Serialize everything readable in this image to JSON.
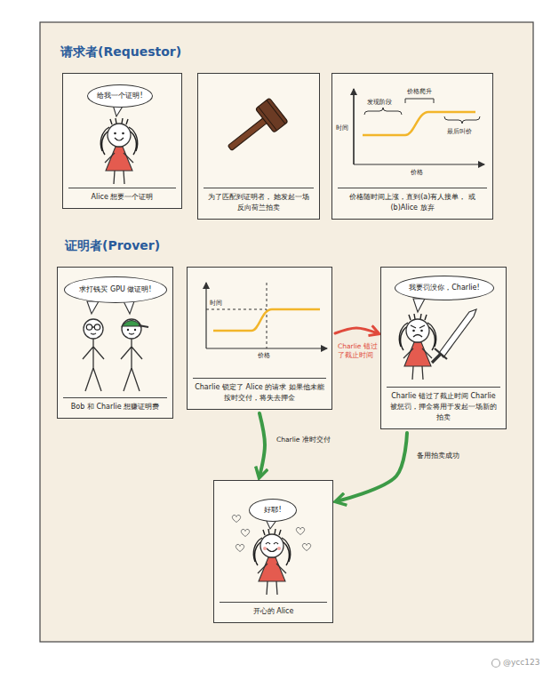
{
  "diagram": {
    "nodes": [
      {
        "text": [
          "Alice 想要一个证明"
        ]
      },
      {
        "text": [
          "给我一个证明!"
        ],
        "in": 0
      },
      {
        "text": [
          "为了匹配到证明者， 她发起一场反向荷兰拍卖"
        ]
      },
      {
        "text": [
          "价格随时间上涨，直到(a)有人接单， 或(b)Alice 放弃"
        ]
      },
      {
        "text": [
          "Bob 和 Charlie 想赚证明费"
        ]
      },
      {
        "text": [
          "求打钱买 GPU 做证明!"
        ],
        "in": 4
      },
      {
        "text": [
          "Charlie 锁定了 Alice 的请求 如果他未能按时交付，将失去押金"
        ]
      },
      {
        "text": [
          "Charlie 错过了截止时间 Charlie 被惩罚，押金将用于发起一场新的拍卖"
        ]
      },
      {
        "text": [
          "我要罚没你，Charlie!"
        ],
        "in": 7
      },
      {
        "text": [
          "开心的 Alice"
        ]
      },
      {
        "text": [
          "好耶!"
        ],
        "in": 9
      }
    ],
    "edges": [
      {
        "from": 6,
        "to": 7,
        "label": "Charlie 错过了截止时间",
        "arrow": "to"
      },
      {
        "from": 6,
        "to": 9,
        "label": "Charlie 准时交付",
        "arrow": "to"
      },
      {
        "from": 7,
        "to": 9,
        "label": "备用拍卖成功",
        "arrow": "to"
      }
    ],
    "labels": [
      "请求者(Requestor)",
      "发现阶段",
      "价格爬升",
      "最后叫价",
      "时间",
      "价格",
      "证明者(Prover)",
      "时间",
      "价格",
      "@ycc123"
    ]
  }
}
